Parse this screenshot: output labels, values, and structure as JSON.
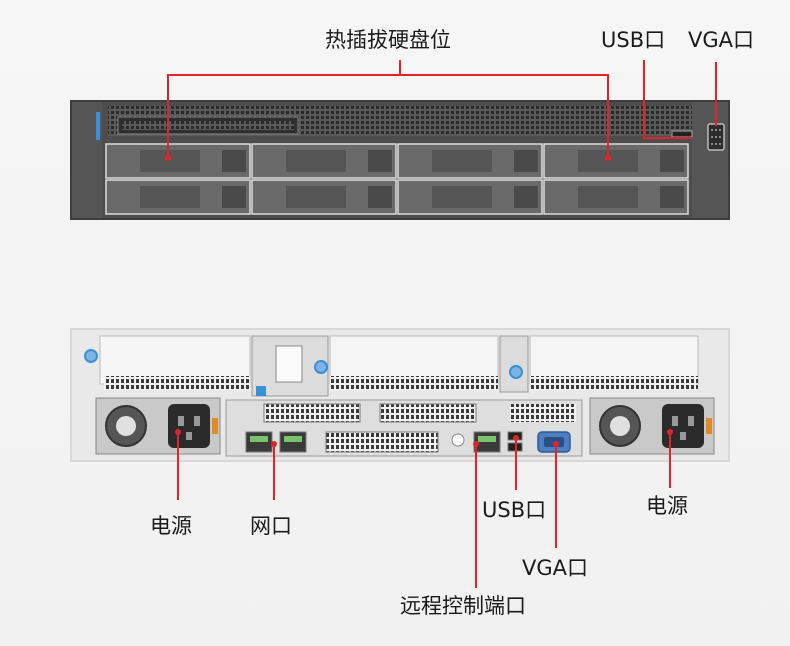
{
  "front": {
    "hdd_label": "热插拔硬盘位",
    "usb_label": "USB口",
    "vga_label": "VGA口"
  },
  "rear": {
    "power_left_label": "电源",
    "network_label": "网口",
    "usb_label": "USB口",
    "vga_label": "VGA口",
    "remote_label": "远程控制端口",
    "power_right_label": "电源"
  },
  "colors": {
    "callout": "#e2242a",
    "chassis_dark": "#4a4a4a",
    "chassis_light": "#e6e6e6",
    "accent_blue": "#3a8fd6"
  }
}
